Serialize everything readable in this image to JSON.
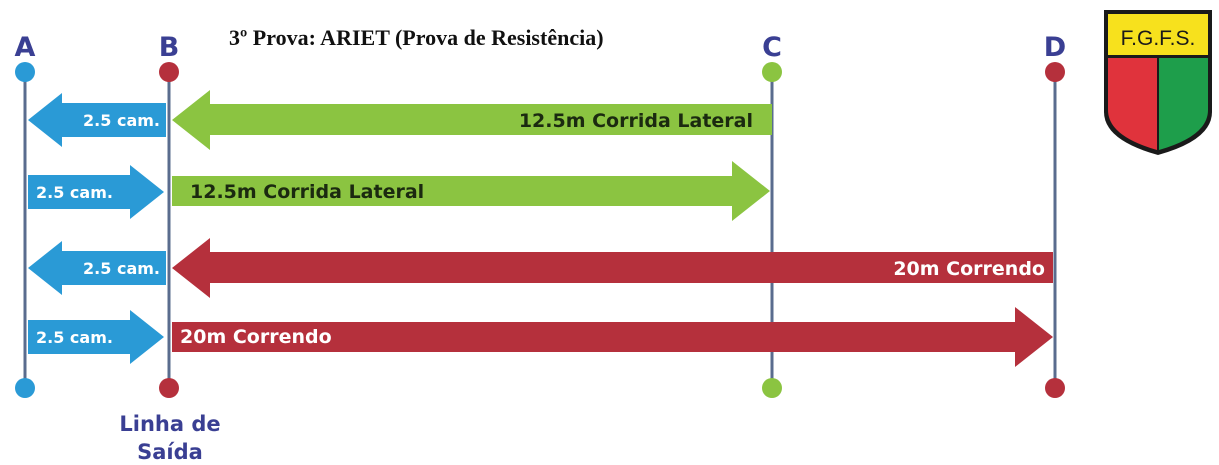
{
  "title": "3º Prova: ARIET (Prova de Resistência)",
  "points": [
    {
      "label": "A",
      "color": "#2a9ad6",
      "text_color": "#3a3f93"
    },
    {
      "label": "B",
      "color": "#b5303c",
      "text_color": "#3a3f93"
    },
    {
      "label": "C",
      "color": "#8bc441",
      "text_color": "#3a3f93"
    },
    {
      "label": "D",
      "color": "#b5303c",
      "text_color": "#3a3f93"
    }
  ],
  "start_line": {
    "line1": "Linha de",
    "line2": "Saída",
    "color": "#3a3f93"
  },
  "arrows": [
    {
      "label": "12.5m Corrida Lateral",
      "from": "C",
      "to": "B",
      "color": "#8bc441"
    },
    {
      "label": "12.5m Corrida Lateral",
      "from": "B",
      "to": "C",
      "color": "#8bc441"
    },
    {
      "label": "20m Correndo",
      "from": "D",
      "to": "B",
      "color": "#b5303c"
    },
    {
      "label": "20m Correndo",
      "from": "B",
      "to": "D",
      "color": "#b5303c"
    }
  ],
  "small_arrows": [
    {
      "label": "2.5 cam.",
      "direction": "left",
      "color": "#2a9ad6"
    },
    {
      "label": "2.5 cam.",
      "direction": "right",
      "color": "#2a9ad6"
    },
    {
      "label": "2.5 cam.",
      "direction": "left",
      "color": "#2a9ad6"
    },
    {
      "label": "2.5 cam.",
      "direction": "right",
      "color": "#2a9ad6"
    }
  ],
  "logo": {
    "text": "F.G.F.S.",
    "yellow": "#f7e11d",
    "red": "#e0333c",
    "green": "#1e9e4b"
  },
  "colors": {
    "line": "#5a6c8e",
    "label_text": "#3a3f93"
  }
}
